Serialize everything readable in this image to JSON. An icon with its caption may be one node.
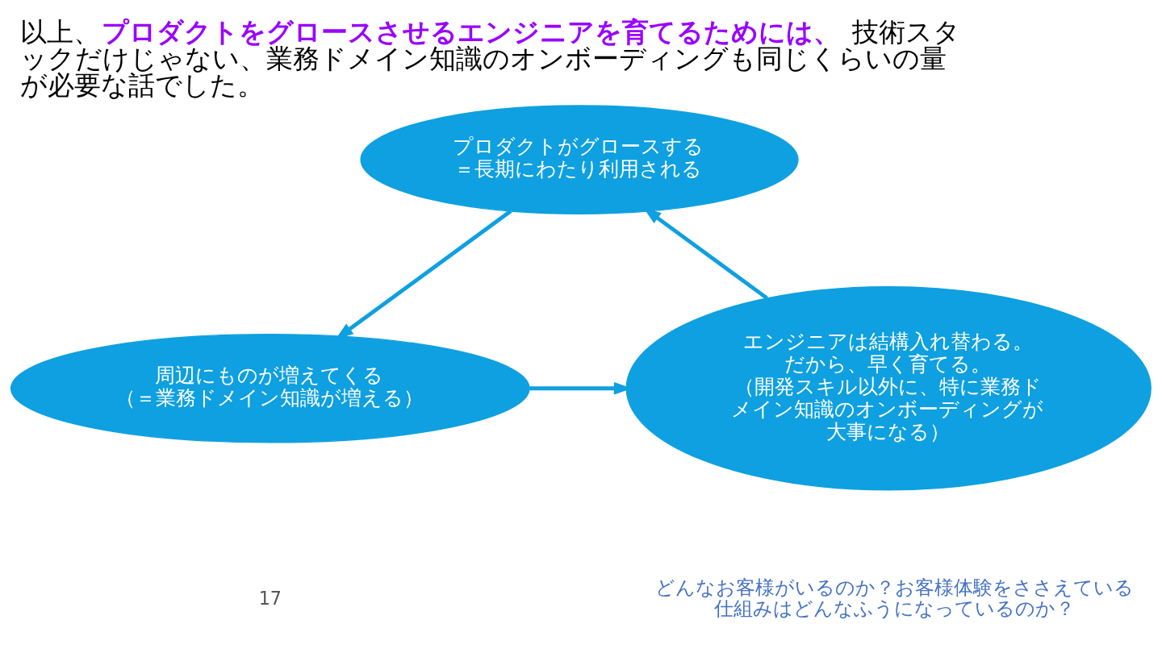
{
  "diagram": {
    "title": "以上、**プロダクトをグロースさせるエンジニアを育てるためには、**技術スタックだけじゃない、業務ドメイン知識のオンボーディングも同じくらいの量が必要な話でした。",
    "nodes": [
      {
        "text": [
          "プロダクトがグロースする",
          "＝長期にわたり利用される"
        ]
      },
      {
        "text": [
          "周辺にものが増えてくる",
          "（＝業務ドメイン知識が増える）"
        ]
      },
      {
        "text": [
          "エンジニアは結構入れ替わる。",
          "だから、早く育てる。",
          "（開発スキル以外に、特に業務ドメイン知識のオンボーディングが大事になる）"
        ]
      }
    ],
    "edges": [
      {
        "from": 0,
        "to": 1,
        "arrow": "to"
      },
      {
        "from": 1,
        "to": 2,
        "arrow": "to"
      },
      {
        "from": 2,
        "to": 0,
        "arrow": "to"
      }
    ],
    "labels": [
      "どんなお客様がいるのか？お客様体験をささえている仕組みはどんなふうになっているのか？",
      "17"
    ]
  }
}
